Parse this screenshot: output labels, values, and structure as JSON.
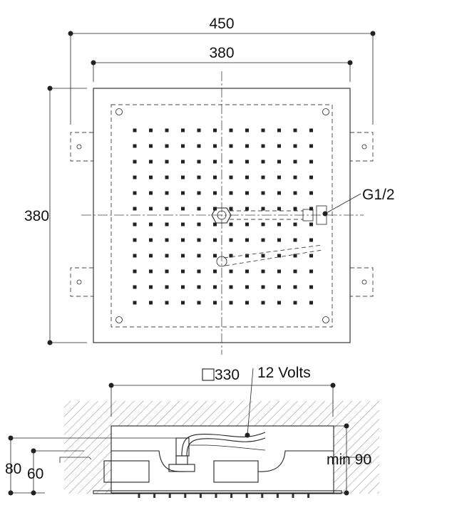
{
  "title": "Square recessed shower head dimensional drawing",
  "dimensions": {
    "overall_width": "450",
    "plate_width": "380",
    "plate_height": "380",
    "recess_square": "330",
    "depth_total": "80",
    "depth_body": "60",
    "min_recess": "min 90"
  },
  "annotations": {
    "water_connection": "G1/2",
    "power_supply": "12 Volts"
  },
  "nozzle_grid": {
    "rows": 12,
    "columns": 12
  },
  "colors": {
    "line": "#222222",
    "background": "#ffffff"
  }
}
